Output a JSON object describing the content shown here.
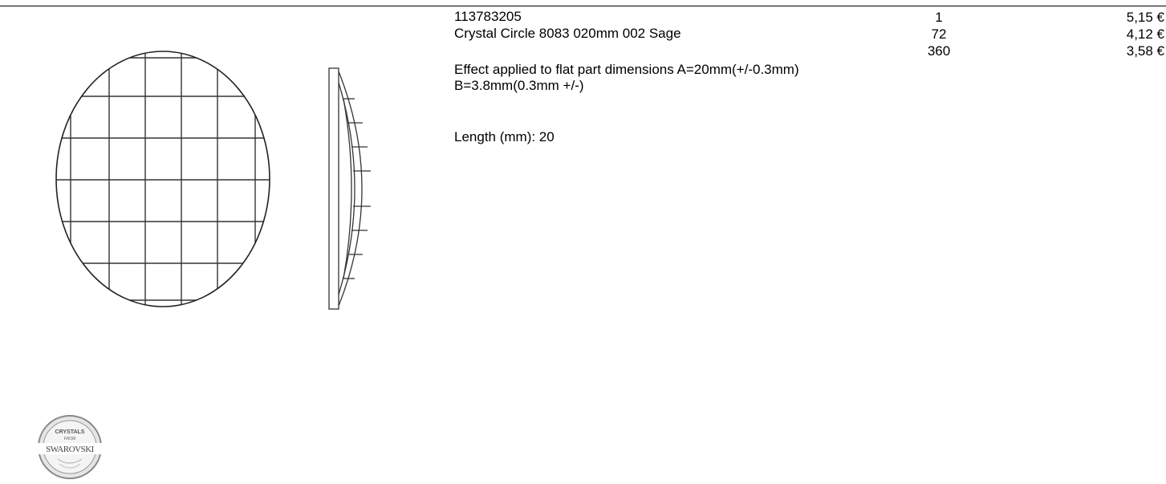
{
  "product": {
    "sku": "113783205",
    "name": "Crystal Circle 8083 020mm 002 Sage",
    "description": "Effect applied to flat part dimensions A=20mm(+/-0.3mm) B=3.8mm(0.3mm +/-)",
    "length": "Length (mm): 20"
  },
  "price_tiers": [
    {
      "qty": "1",
      "price": "5,15 €"
    },
    {
      "qty": "72",
      "price": "4,12 €"
    },
    {
      "qty": "360",
      "price": "3,58 €"
    }
  ],
  "logo": {
    "top_text": "CRYSTALS",
    "mid_text": "FROM",
    "brand": "SWAROVSKI",
    "icon": "swarovski-seal-logo"
  },
  "drawings": {
    "front_icon": "circle-grid-front-view-icon",
    "side_icon": "circle-side-profile-icon"
  }
}
